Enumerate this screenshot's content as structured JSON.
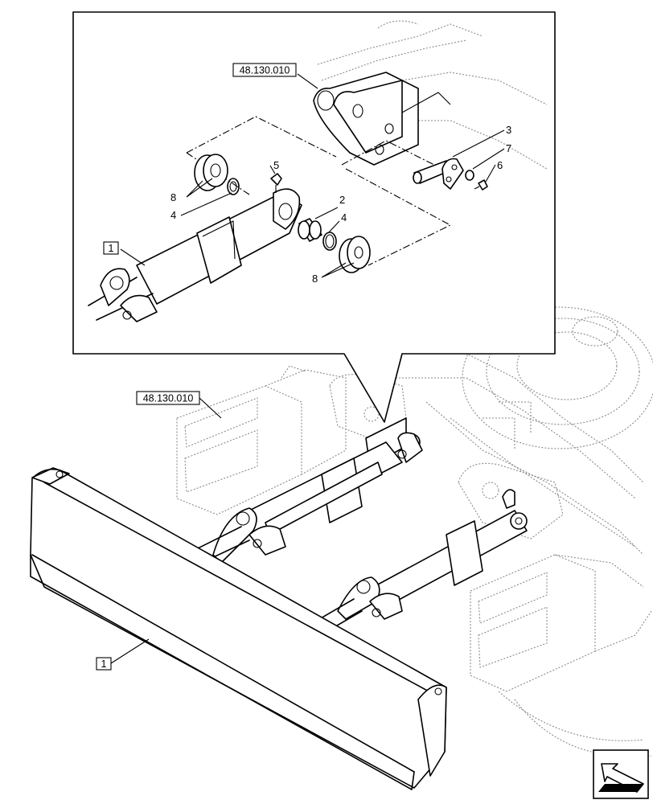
{
  "callouts": {
    "ref_top": "48.130.010",
    "ref_mid": "48.130.010",
    "item_1_top": "1",
    "item_1_bottom": "1",
    "item_2": "2",
    "item_3": "3",
    "item_4_left": "4",
    "item_4_right": "4",
    "item_5": "5",
    "item_6": "6",
    "item_7": "7",
    "item_8_left": "8",
    "item_8_right": "8"
  },
  "icons": {
    "navigation": "next-page-arrow-icon"
  }
}
